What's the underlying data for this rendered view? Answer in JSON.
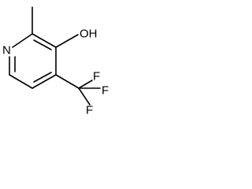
{
  "molecule": {
    "atoms": {
      "nitrogen": "N",
      "hydroxyl": "OH",
      "fluorine_top": "F",
      "fluorine_right": "F",
      "fluorine_bottom": "F"
    }
  }
}
